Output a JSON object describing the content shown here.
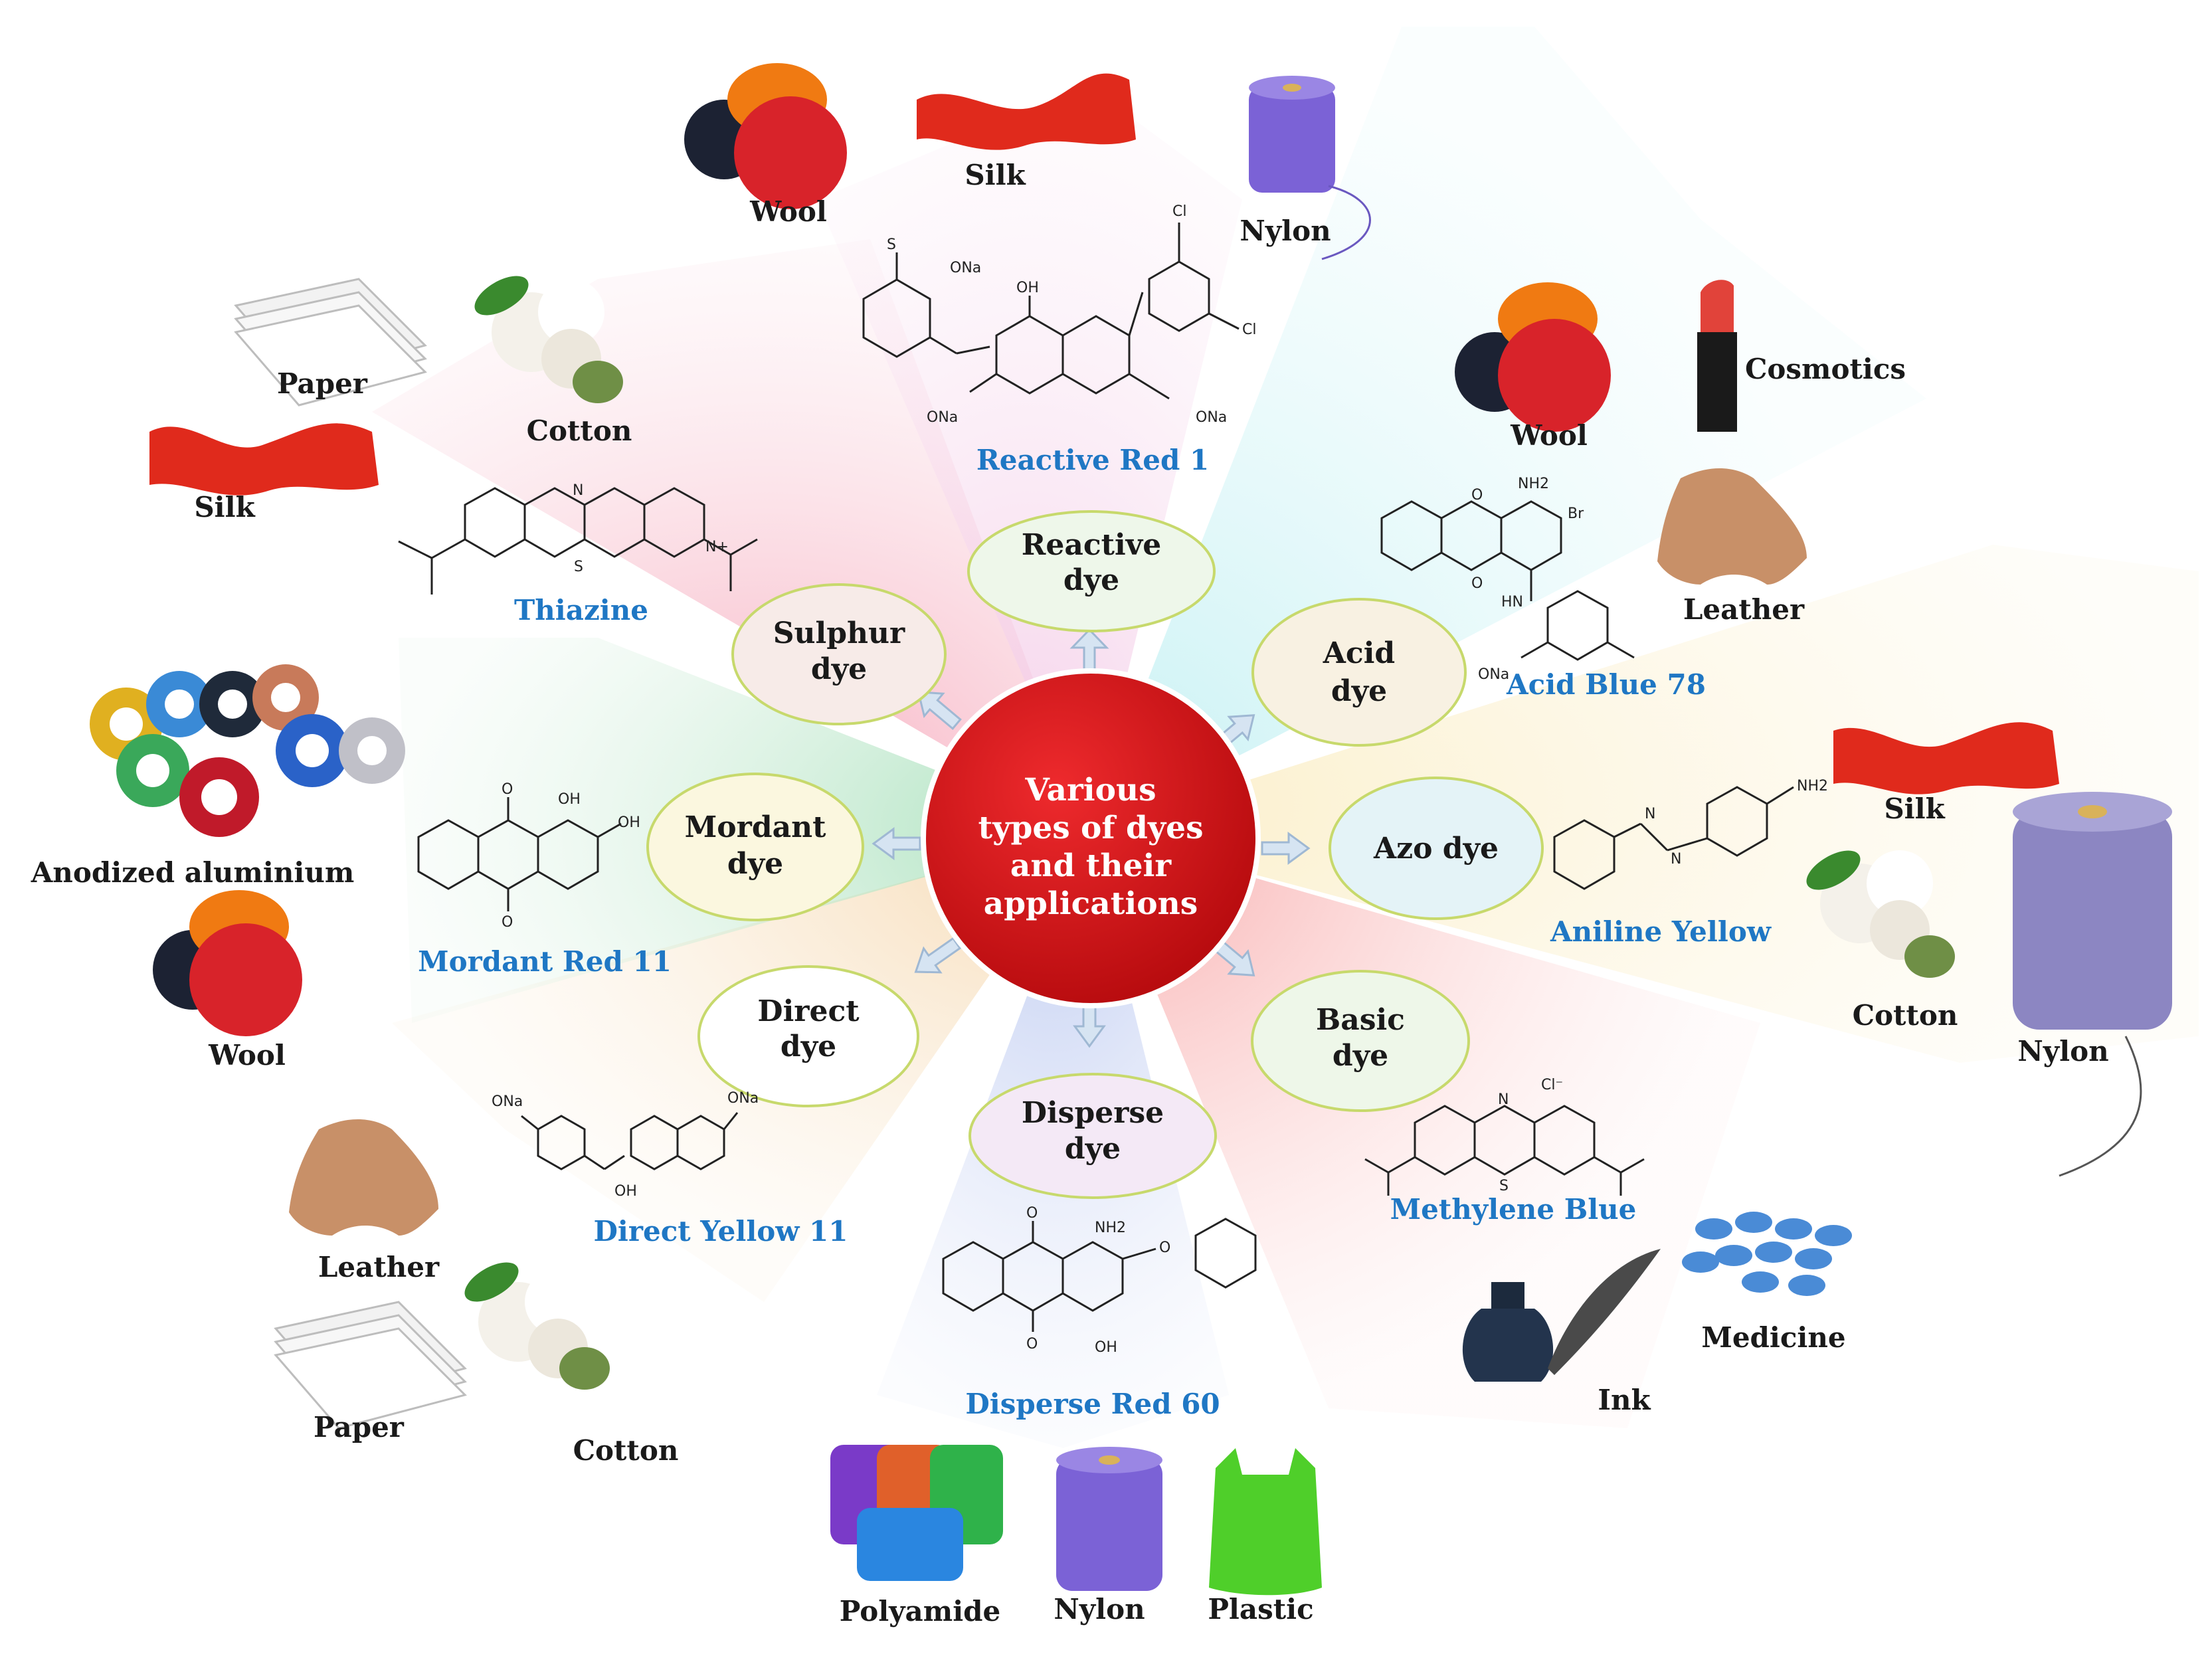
{
  "center": {
    "lines": [
      "Various",
      "types of dyes",
      "and their",
      "applications"
    ],
    "color": "#d20f12"
  },
  "dyes": [
    {
      "id": "reactive",
      "lines": [
        "Reactive",
        "dye"
      ],
      "fill": "#eef7ea",
      "compound": "Reactive Red 1",
      "applications": [
        "Wool",
        "Silk",
        "Nylon"
      ]
    },
    {
      "id": "acid",
      "lines": [
        "Acid",
        "dye"
      ],
      "fill": "#f8f1e2",
      "compound": "Acid Blue 78",
      "applications": [
        "Wool",
        "Cosmotics",
        "Leather"
      ]
    },
    {
      "id": "azo",
      "lines": [
        "Azo dye"
      ],
      "fill": "#e4f3f7",
      "compound": "Aniline Yellow",
      "applications": [
        "Silk",
        "Cotton",
        "Nylon"
      ]
    },
    {
      "id": "basic",
      "lines": [
        "Basic",
        "dye"
      ],
      "fill": "#eef7e9",
      "compound": "Methylene Blue",
      "applications": [
        "Medicine",
        "Ink"
      ]
    },
    {
      "id": "disperse",
      "lines": [
        "Disperse",
        "dye"
      ],
      "fill": "#f4e9f6",
      "compound": "Disperse Red 60",
      "applications": [
        "Polyamide",
        "Nylon",
        "Plastic"
      ]
    },
    {
      "id": "direct",
      "lines": [
        "Direct",
        "dye"
      ],
      "fill": "#ffffff",
      "compound": "Direct Yellow 11",
      "applications": [
        "Leather",
        "Paper",
        "Cotton"
      ]
    },
    {
      "id": "mordant",
      "lines": [
        "Mordant",
        "dye"
      ],
      "fill": "#fbf7df",
      "compound": "Mordant Red 11",
      "applications": [
        "Anodized aluminium",
        "Wool"
      ]
    },
    {
      "id": "sulphur",
      "lines": [
        "Sulphur",
        "dye"
      ],
      "fill": "#f7ebe8",
      "compound": "Thiazine",
      "applications": [
        "Paper",
        "Cotton",
        "Silk"
      ]
    }
  ],
  "chem_labels": {
    "ona": "ONa",
    "oh": "OH",
    "cl": "Cl",
    "n": "N",
    "s": "S",
    "o": "O",
    "nplus": "N+",
    "nh2": "NH2",
    "br": "Br",
    "hn": "HN",
    "clminus": "Cl⁻"
  },
  "colors": {
    "label": "#1a1a1a",
    "compound": "#1f77c4",
    "ring": "#c8dc6a",
    "arrow": "#bcd3ea"
  }
}
